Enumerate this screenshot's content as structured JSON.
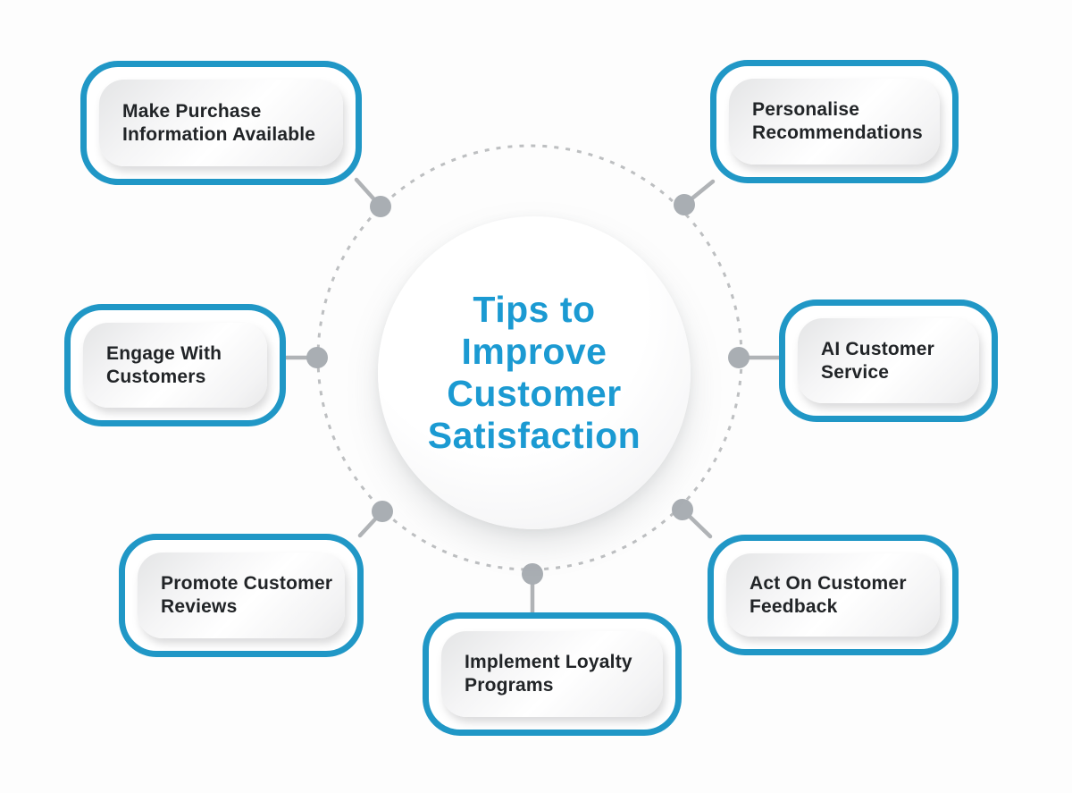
{
  "title": {
    "lines": [
      "Tips to",
      "Improve",
      "Customer",
      "Satisfaction"
    ]
  },
  "nodes": [
    {
      "id": "make-purchase-information-available",
      "lines": [
        "Make Purchase",
        "Information Available"
      ]
    },
    {
      "id": "personalise-recommendations",
      "lines": [
        "Personalise",
        "Recommendations"
      ]
    },
    {
      "id": "engage-with-customers",
      "lines": [
        "Engage With",
        "Customers"
      ]
    },
    {
      "id": "ai-customer-service",
      "lines": [
        "AI Customer",
        "Service"
      ]
    },
    {
      "id": "promote-customer-reviews",
      "lines": [
        "Promote Customer",
        "Reviews"
      ]
    },
    {
      "id": "implement-loyalty-programs",
      "lines": [
        "Implement Loyalty",
        "Programs"
      ]
    },
    {
      "id": "act-on-customer-feedback",
      "lines": [
        "Act On Customer",
        "Feedback"
      ]
    }
  ],
  "colors": {
    "accent": "#1b9ad2",
    "node_border": "#2097c6",
    "node_text": "#212427",
    "connector": "#b0b3b6",
    "dot": "#a9aeb3",
    "dash": "#bdbfc1"
  }
}
